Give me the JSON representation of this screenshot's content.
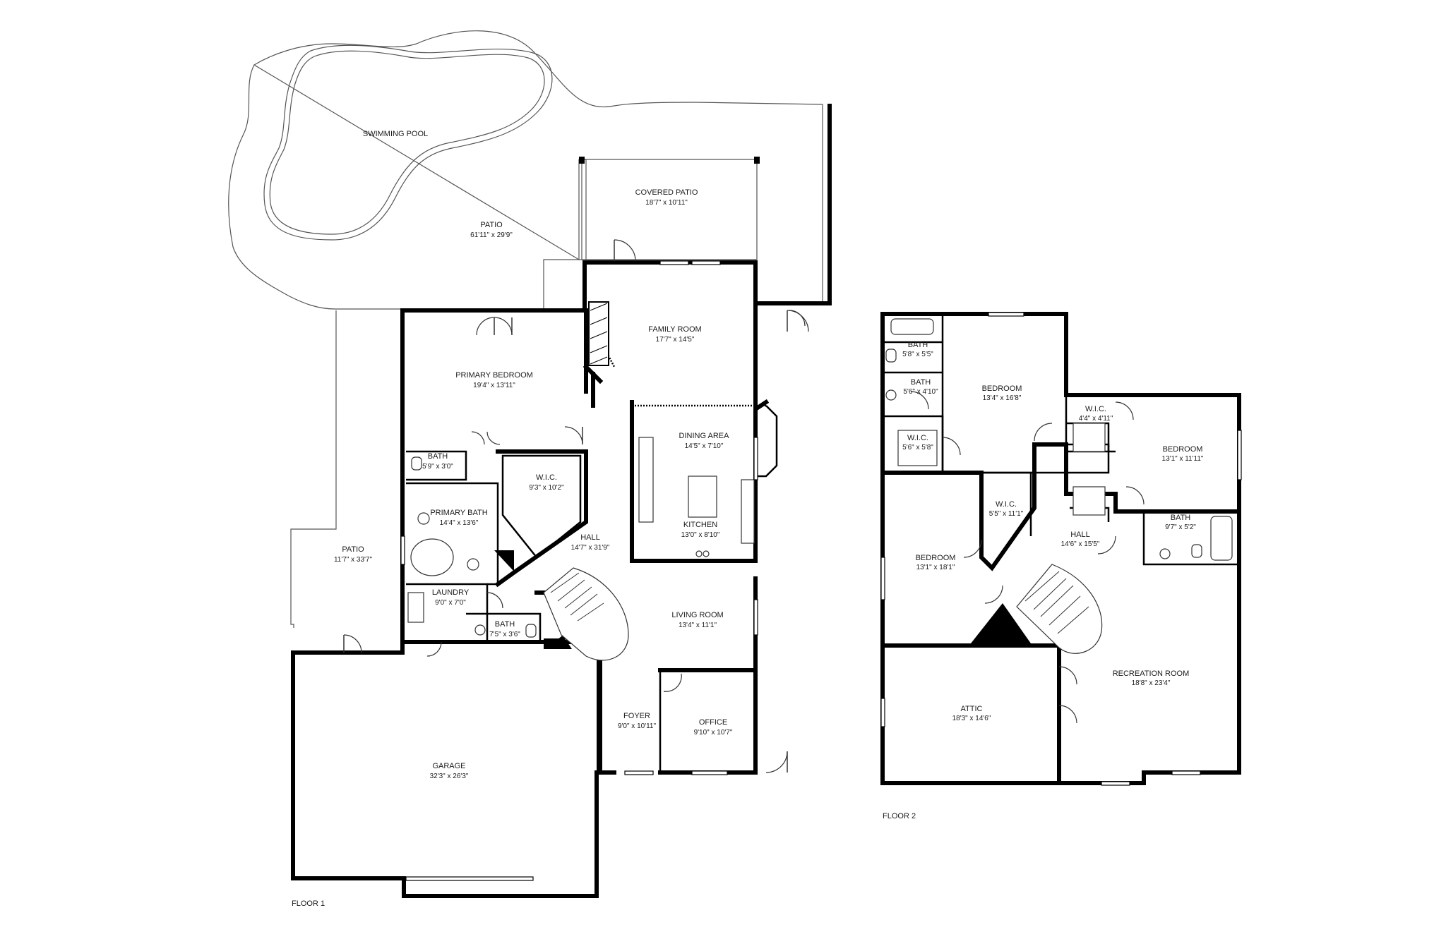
{
  "floors": [
    {
      "label": "FLOOR 1",
      "rooms": [
        {
          "name": "SWIMMING POOL",
          "dim": ""
        },
        {
          "name": "PATIO",
          "dim": "61'11\" x 29'9\""
        },
        {
          "name": "COVERED PATIO",
          "dim": "18'7\" x 10'11\""
        },
        {
          "name": "FAMILY ROOM",
          "dim": "17'7\" x 14'5\""
        },
        {
          "name": "PRIMARY BEDROOM",
          "dim": "19'4\" x 13'11\""
        },
        {
          "name": "DINING AREA",
          "dim": "14'5\" x 7'10\""
        },
        {
          "name": "BATH",
          "dim": "5'9\" x 3'0\""
        },
        {
          "name": "W.I.C.",
          "dim": "9'3\" x 10'2\""
        },
        {
          "name": "PRIMARY BATH",
          "dim": "14'4\" x 13'6\""
        },
        {
          "name": "KITCHEN",
          "dim": "13'0\" x 8'10\""
        },
        {
          "name": "HALL",
          "dim": "14'7\" x 31'9\""
        },
        {
          "name": "PATIO",
          "dim": "11'7\" x 33'7\""
        },
        {
          "name": "LAUNDRY",
          "dim": "9'0\" x 7'0\""
        },
        {
          "name": "LIVING ROOM",
          "dim": "13'4\" x 11'1\""
        },
        {
          "name": "BATH",
          "dim": "7'5\" x 3'6\""
        },
        {
          "name": "FOYER",
          "dim": "9'0\" x 10'11\""
        },
        {
          "name": "OFFICE",
          "dim": "9'10\" x 10'7\""
        },
        {
          "name": "GARAGE",
          "dim": "32'3\" x 26'3\""
        }
      ]
    },
    {
      "label": "FLOOR 2",
      "rooms": [
        {
          "name": "BATH",
          "dim": "5'8\" x 5'5\""
        },
        {
          "name": "BATH",
          "dim": "5'6\" x 4'10\""
        },
        {
          "name": "BEDROOM",
          "dim": "13'4\" x 16'8\""
        },
        {
          "name": "W.I.C.",
          "dim": "4'4\" x 4'11\""
        },
        {
          "name": "W.I.C.",
          "dim": "5'6\" x 5'8\""
        },
        {
          "name": "BEDROOM",
          "dim": "13'1\" x 11'11\""
        },
        {
          "name": "W.I.C.",
          "dim": "5'5\" x 11'1\""
        },
        {
          "name": "BATH",
          "dim": "9'7\" x 5'2\""
        },
        {
          "name": "HALL",
          "dim": "14'6\" x 15'5\""
        },
        {
          "name": "BEDROOM",
          "dim": "13'1\" x 18'1\""
        },
        {
          "name": "RECREATION ROOM",
          "dim": "18'8\" x 23'4\""
        },
        {
          "name": "ATTIC",
          "dim": "18'3\" x 14'6\""
        }
      ]
    }
  ]
}
